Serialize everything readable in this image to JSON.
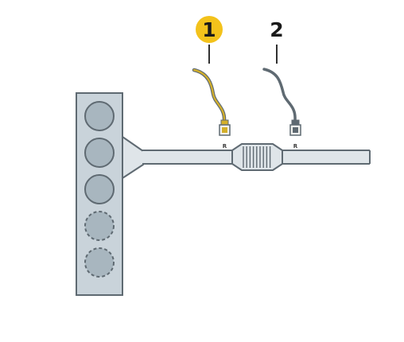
{
  "callouts": [
    {
      "number": "1",
      "marker_color": "#f3c21b",
      "sensor_color": "#d4b02a"
    },
    {
      "number": "2",
      "marker_color": "none",
      "sensor_color": "#5f6a72"
    }
  ],
  "sensor_marks": [
    "R",
    "R"
  ],
  "engine": {
    "cylinders": [
      {
        "style": "solid"
      },
      {
        "style": "solid"
      },
      {
        "style": "solid"
      },
      {
        "style": "dashed"
      },
      {
        "style": "dashed"
      }
    ]
  },
  "colors": {
    "block_fill": "#c9d3da",
    "cylinder_fill": "#a8b6bf",
    "outline": "#5f6a72",
    "pipe_fill": "#dfe5e9"
  }
}
